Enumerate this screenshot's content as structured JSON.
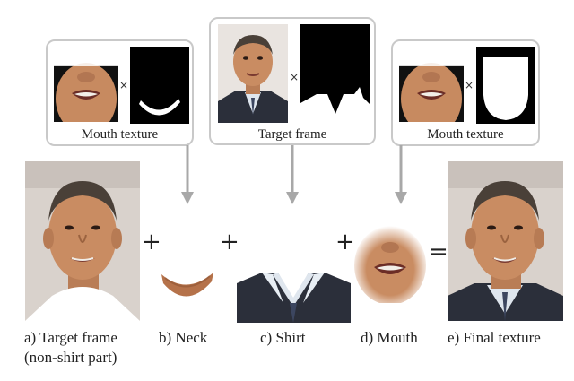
{
  "panels": [
    {
      "label": "Mouth texture"
    },
    {
      "label": "Target frame"
    },
    {
      "label": "Mouth texture"
    }
  ],
  "times_symbol": "×",
  "operators": [
    "+",
    "+",
    "+",
    "="
  ],
  "captions": {
    "a_line1": "a) Target frame",
    "a_line2": "(non-shirt part)",
    "b": "b) Neck",
    "c": "c) Shirt",
    "d": "d) Mouth",
    "e": "e) Final texture"
  },
  "colors": {
    "panel_border": "#c9c9c9",
    "arrow": "#a8a8a8",
    "skin": "#c98c62",
    "hair": "#3a2a22",
    "suit": "#2b2f3a",
    "mask_bg": "#000000",
    "mask_fg": "#ffffff"
  }
}
